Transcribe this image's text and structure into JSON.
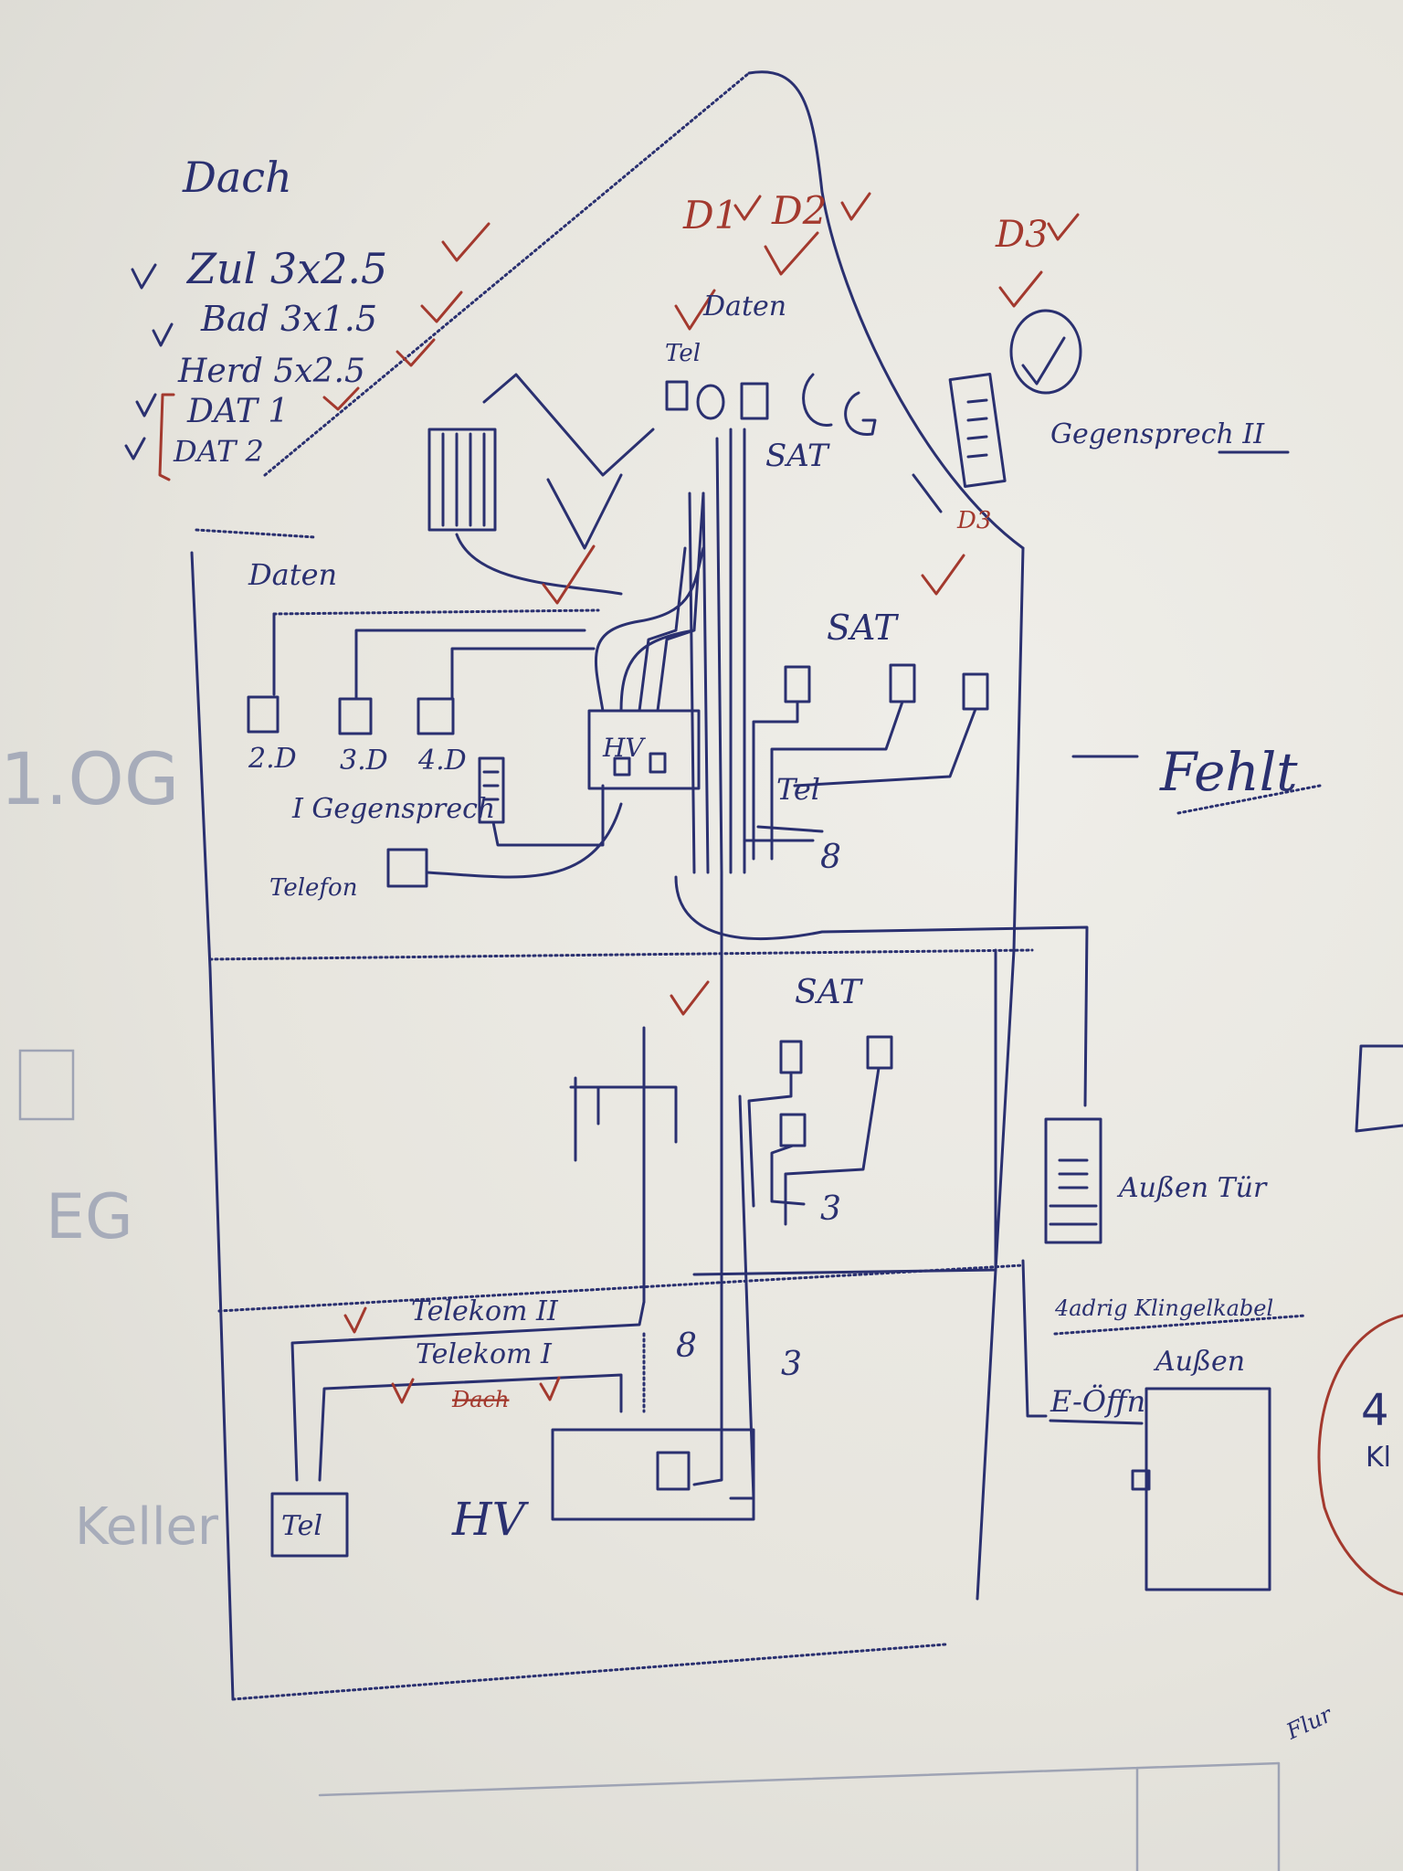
{
  "labels": {
    "dach": "Dach",
    "cable_1": "Zul 3x2.5",
    "cable_2": "Bad 3x1.5",
    "cable_3": "Herd 5x2.5",
    "cable_4": "DAT 1",
    "cable_5": "DAT 2",
    "d1": "D1",
    "d2": "D2",
    "d3_top": "D3",
    "d3": "D3",
    "daten_top": "Daten",
    "tel_top": "Tel",
    "sat_roof": "SAT",
    "gegensprech_2": "Gegensprech II",
    "daten": "Daten",
    "sat_og": "SAT",
    "room_2d": "2.D",
    "room_3d": "3.D",
    "room_4d": "4.D",
    "hv": "HV",
    "gegensprech_1": "I Gegensprech",
    "telefon": "Telefon",
    "tel_og": "Tel",
    "count_8": "8",
    "fehlt": "Fehlt",
    "og": "1.OG",
    "sat_eg": "SAT",
    "count_3": "3",
    "aussen_tuer": "Außen Tür",
    "kabel": "4adrig Klingelkabel",
    "aussen": "Außen",
    "eg": "EG",
    "telekom_2": "Telekom II",
    "telekom_1": "Telekom I",
    "dach_struck": "Dach",
    "count_8b": "8",
    "count_3b": "3",
    "e_oeffner": "E-Öffn",
    "tel_box": "Tel",
    "hv_keller": "HV",
    "keller": "Keller",
    "flur": "Flur",
    "circle_4": "4",
    "circle_k": "Kl"
  }
}
